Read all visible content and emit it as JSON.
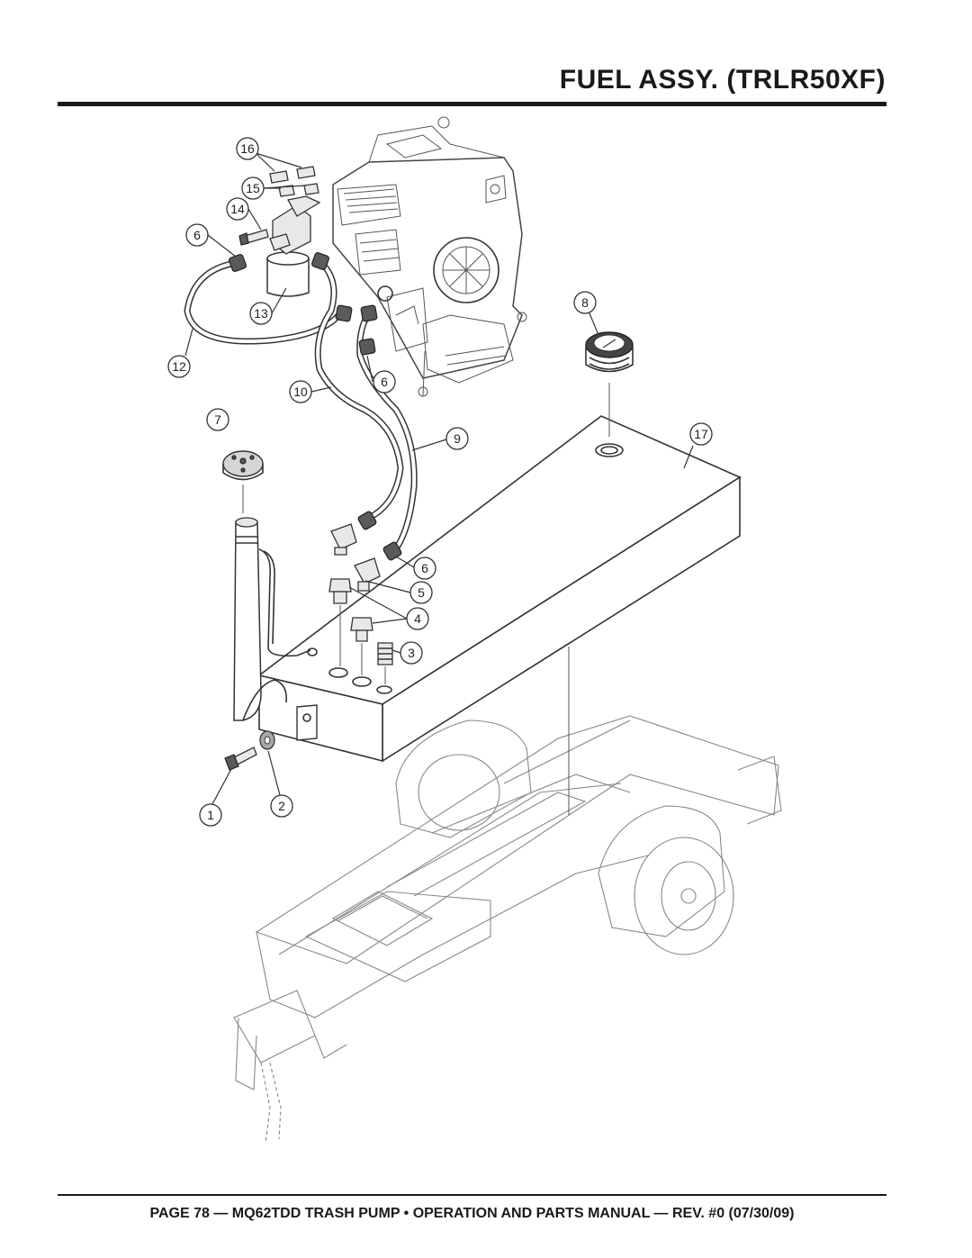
{
  "header": {
    "title": "FUEL ASSY. (TRLR50XF)"
  },
  "footer": {
    "text": "PAGE 78 — MQ62TDD TRASH PUMP • OPERATION AND PARTS MANUAL — REV. #0 (07/30/09)"
  },
  "callouts": {
    "c1": "1",
    "c2": "2",
    "c3": "3",
    "c4": "4",
    "c5": "5",
    "c6a": "6",
    "c6b": "6",
    "c6c": "6",
    "c7": "7",
    "c8": "8",
    "c9": "9",
    "c10": "10",
    "c12": "12",
    "c13": "13",
    "c14": "14",
    "c15": "15",
    "c16": "16",
    "c17": "17"
  }
}
